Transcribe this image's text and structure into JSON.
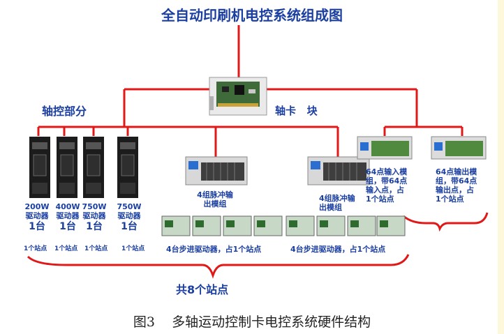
{
  "title": "全自动印刷机电控系统组成图",
  "axis_section_label": "轴控部分",
  "axis_card_label": "轴卡   块",
  "drives": [
    {
      "power": "200W",
      "name": "驱动器",
      "qty": "1台",
      "note": "1个站点"
    },
    {
      "power": "400W",
      "name": "驱动器",
      "qty": "1台",
      "note": "1个站点"
    },
    {
      "power": "750W",
      "name": "驱动器",
      "qty": "1台",
      "note": "1个站点"
    },
    {
      "power": "750W",
      "name": "驱动器",
      "qty": "1台",
      "note": "1个站点"
    }
  ],
  "pulse_modules": [
    {
      "line1": "4组脉冲输",
      "line2": "出模组"
    },
    {
      "line1": "4组脉冲输",
      "line2": "出模组"
    }
  ],
  "stepper_notes": [
    "4台步进驱动器，占1个站点",
    "4台步进驱动器，占1个站点"
  ],
  "io_modules": [
    {
      "lines": [
        "64点输入模",
        "组，带64点",
        "输入点，占",
        "1个站点"
      ]
    },
    {
      "lines": [
        "64点输出模",
        "组，带64点",
        "输出点，占",
        "1个站点"
      ]
    }
  ],
  "total_label": "共8个站点",
  "caption": "图3    多轴运动控制卡电控系统硬件结构",
  "colors": {
    "line": "#e01818",
    "text": "#1b3fa0",
    "driveBody": "#1c1c1c"
  }
}
